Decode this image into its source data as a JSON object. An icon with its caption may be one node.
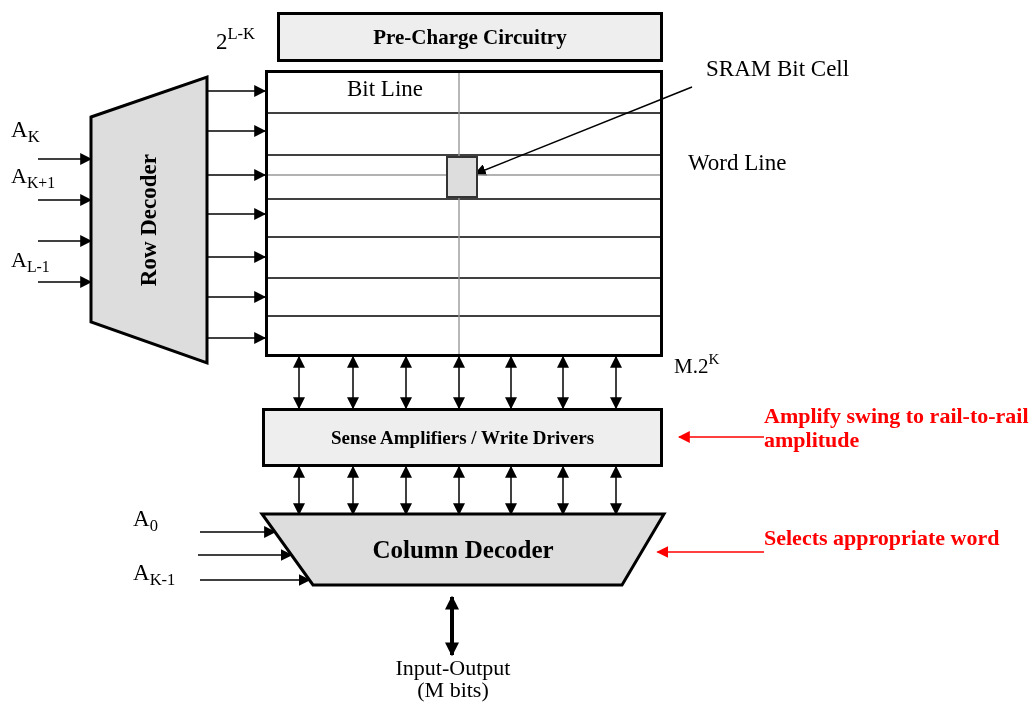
{
  "diagram": {
    "nodes": [
      {
        "text": [
          "Pre-Charge Circuitry"
        ]
      },
      {
        "text": [
          "Row Decoder"
        ]
      },
      {
        "text": [],
        "shape": "box"
      },
      {
        "text": [],
        "shape": "box",
        "in": 2
      },
      {
        "text": [
          "SRAM Bit Cell"
        ]
      },
      {
        "text": [
          "Sense Amplifiers / Write Drivers"
        ]
      },
      {
        "text": [
          "Column Decoder"
        ]
      },
      {
        "text": [
          "Input-Output (M bits)"
        ]
      },
      {
        "text": [
          "Amplify swing to rail-to-rail amplitude"
        ]
      },
      {
        "text": [
          "Selects appropriate word"
        ]
      }
    ],
    "edges": [
      {
        "from": null,
        "to": 1,
        "arrow": "to"
      },
      {
        "from": null,
        "to": 1,
        "arrow": "to"
      },
      {
        "from": null,
        "to": 1,
        "arrow": "to"
      },
      {
        "from": null,
        "to": 1,
        "arrow": "to"
      },
      {
        "from": 1,
        "to": 2,
        "arrow": "to"
      },
      {
        "from": 1,
        "to": 2,
        "arrow": "to"
      },
      {
        "from": 1,
        "to": 2,
        "arrow": "to"
      },
      {
        "from": 1,
        "to": 2,
        "arrow": "to"
      },
      {
        "from": 1,
        "to": 2,
        "arrow": "to"
      },
      {
        "from": 1,
        "to": 2,
        "arrow": "to"
      },
      {
        "from": 1,
        "to": 2,
        "arrow": "to"
      },
      {
        "from": 4,
        "to": 3,
        "arrow": "to"
      },
      {
        "from": 2,
        "to": 5,
        "arrow": "both"
      },
      {
        "from": 2,
        "to": 5,
        "arrow": "both"
      },
      {
        "from": 2,
        "to": 5,
        "arrow": "both"
      },
      {
        "from": 2,
        "to": 5,
        "arrow": "both"
      },
      {
        "from": 2,
        "to": 5,
        "arrow": "both"
      },
      {
        "from": 2,
        "to": 5,
        "arrow": "both"
      },
      {
        "from": 2,
        "to": 5,
        "arrow": "both"
      },
      {
        "from": 5,
        "to": 6,
        "arrow": "both"
      },
      {
        "from": 5,
        "to": 6,
        "arrow": "both"
      },
      {
        "from": 5,
        "to": 6,
        "arrow": "both"
      },
      {
        "from": 5,
        "to": 6,
        "arrow": "both"
      },
      {
        "from": 5,
        "to": 6,
        "arrow": "both"
      },
      {
        "from": 5,
        "to": 6,
        "arrow": "both"
      },
      {
        "from": 5,
        "to": 6,
        "arrow": "both"
      },
      {
        "from": null,
        "to": 6,
        "arrow": "to"
      },
      {
        "from": null,
        "to": 6,
        "arrow": "to"
      },
      {
        "from": null,
        "to": 6,
        "arrow": "to"
      },
      {
        "from": 6,
        "to": 7,
        "arrow": "both",
        "style": "thick"
      },
      {
        "from": 8,
        "to": 5,
        "arrow": "to",
        "color": "#ff0000"
      },
      {
        "from": 9,
        "to": 6,
        "arrow": "to",
        "color": "#ff0000"
      }
    ],
    "labels": [
      "2$^{L-K}$",
      "Bit Line",
      "Word Line",
      "A$_{K}$",
      "A$_{K+1}$",
      "A$_{L-1}$",
      "M.2$^{K}$",
      "A$_{0}$",
      "A$_{K-1}$"
    ]
  }
}
